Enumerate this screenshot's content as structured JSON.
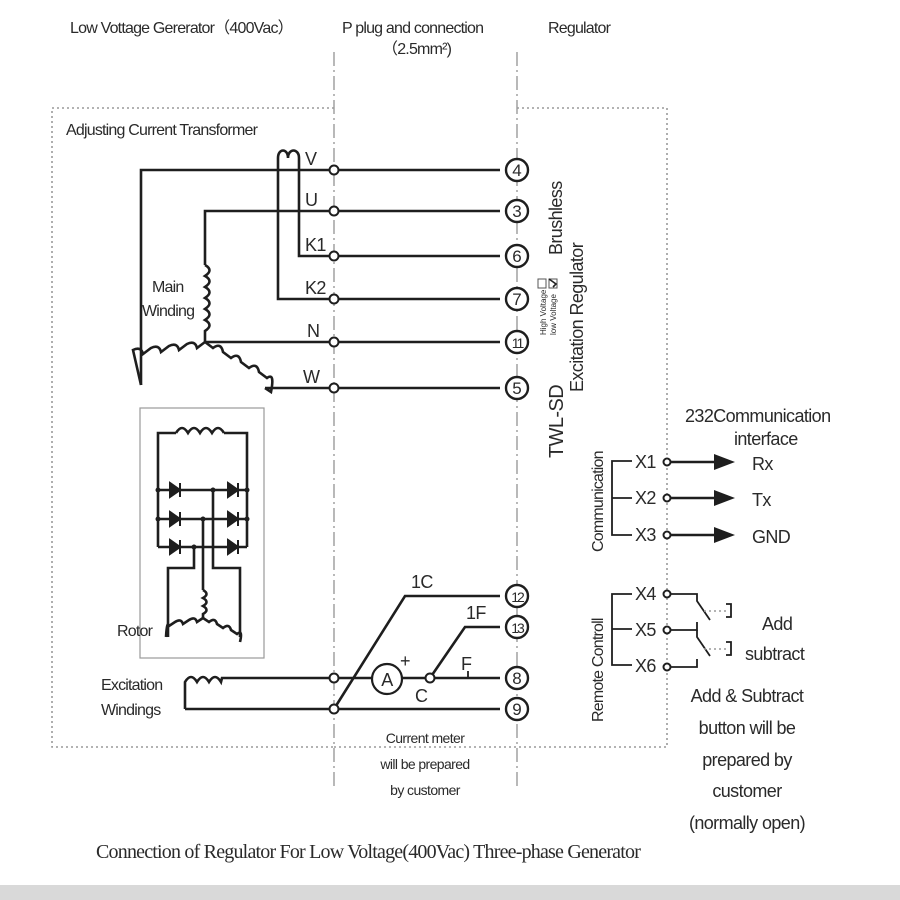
{
  "header": {
    "generator_section": "Low Vottage Gererator（400Vac）",
    "plug_section_line1": "P plug and connection",
    "plug_section_line2": "（2.5mm²)",
    "regulator_section": "Regulator"
  },
  "generator": {
    "ct_label": "Adjusting Current Transformer",
    "main_winding_line1": "Main",
    "main_winding_line2": "Winding",
    "rotor_label": "Rotor",
    "excitation_line1": "Excitation",
    "excitation_line2": "Windings"
  },
  "wires": [
    {
      "label": "V",
      "terminal": "4"
    },
    {
      "label": "U",
      "terminal": "3"
    },
    {
      "label": "K1",
      "terminal": "6"
    },
    {
      "label": "K2",
      "terminal": "7"
    },
    {
      "label": "N",
      "terminal": "11"
    },
    {
      "label": "W",
      "terminal": "5"
    }
  ],
  "excitation_wires": [
    {
      "label": "1C",
      "terminal": "12"
    },
    {
      "label": "1F",
      "terminal": "13"
    },
    {
      "label": "F",
      "terminal": "8"
    },
    {
      "label": "C",
      "terminal": "9"
    }
  ],
  "ammeter": {
    "symbol": "A",
    "polarity": "+"
  },
  "current_meter_note": [
    "Current meter",
    "will be prepared",
    "by customer"
  ],
  "regulator": {
    "model": "TWL-SD",
    "type_line1": "Brushless",
    "type_line2": "Excitation Regulator",
    "high_voltage_option": "High Voltage",
    "low_voltage_option": "low  Voltage",
    "high_voltage_checked": false,
    "low_voltage_checked": true
  },
  "communication": {
    "group_label": "Communication",
    "interface_line1": "232Communication",
    "interface_line2": "interface",
    "pins": [
      {
        "pin": "X1",
        "signal": "Rx"
      },
      {
        "pin": "X2",
        "signal": "Tx"
      },
      {
        "pin": "X3",
        "signal": "GND"
      }
    ]
  },
  "remote_control": {
    "group_label": "Remote Controll",
    "pins": [
      "X4",
      "X5",
      "X6"
    ],
    "button_add": "Add",
    "button_subtract": "subtract",
    "note": [
      "Add & Subtract",
      "button will be",
      "prepared by",
      "customer",
      "(normally open)"
    ]
  },
  "caption": "Connection of Regulator For Low Voltage(400Vac) Three-phase Generator"
}
